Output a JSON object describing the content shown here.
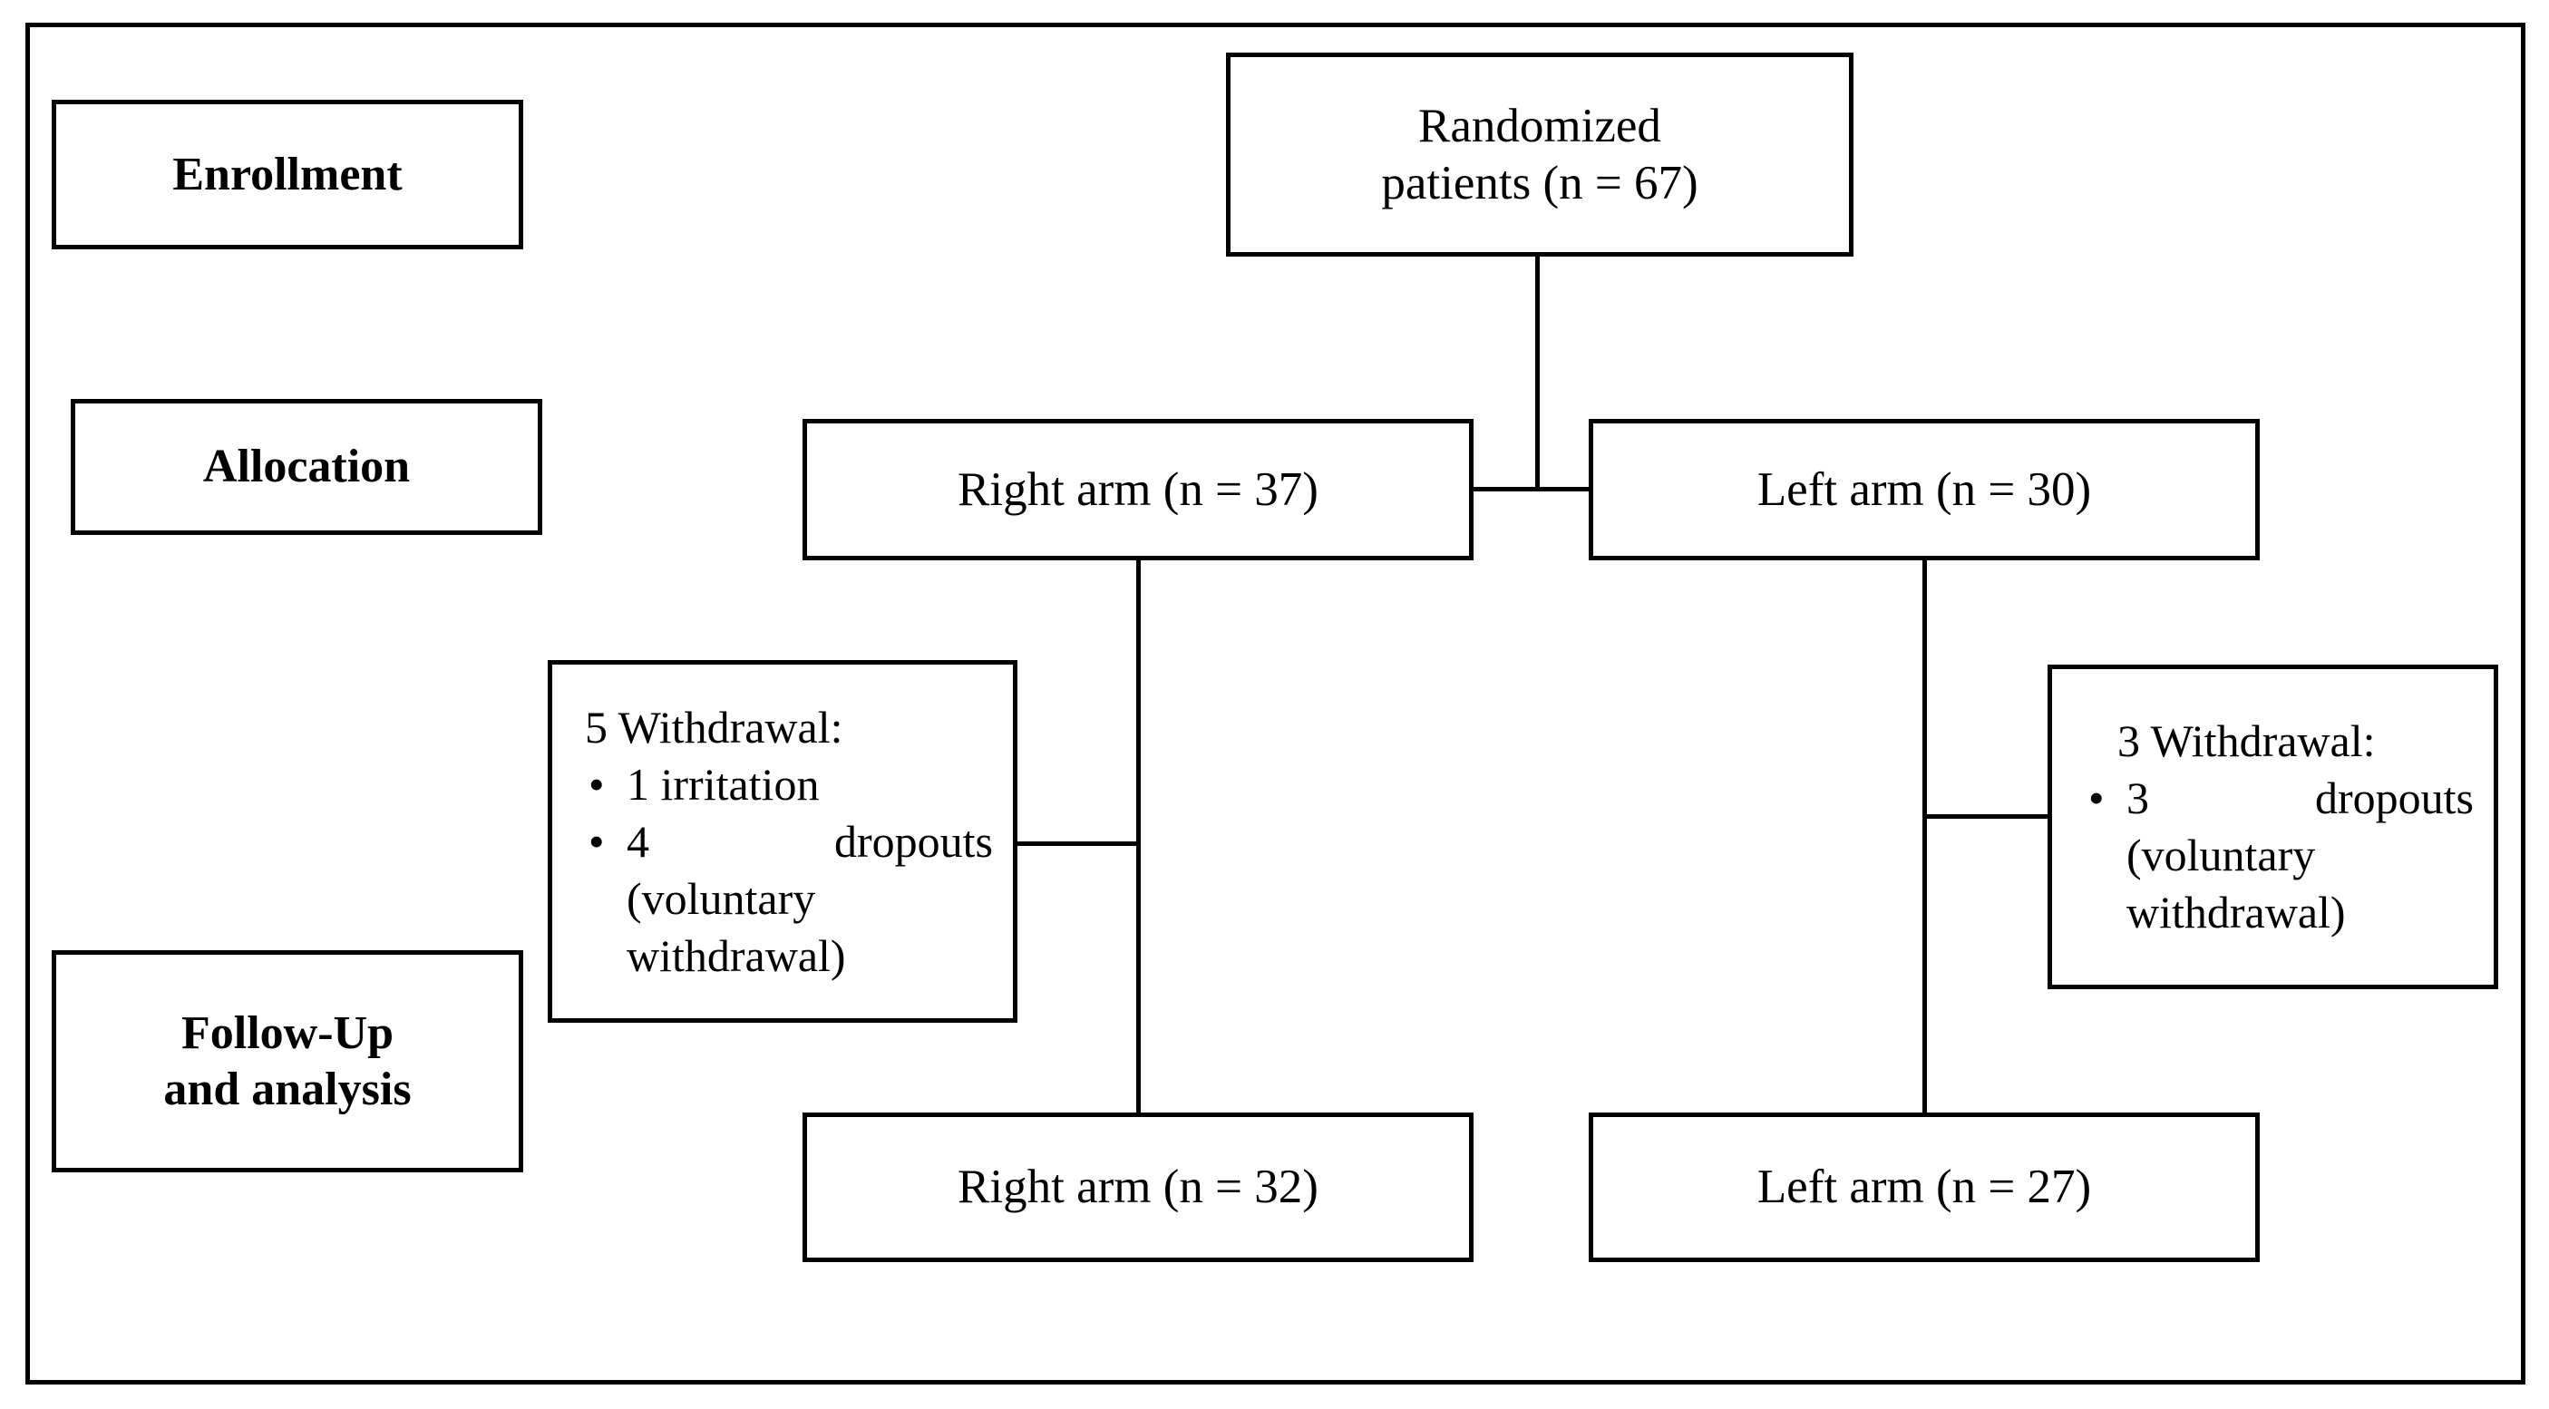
{
  "diagram": {
    "type": "consort-flow-diagram",
    "stages": [
      {
        "id": "enrollment",
        "label": "Enrollment"
      },
      {
        "id": "allocation",
        "label": "Allocation"
      },
      {
        "id": "follow-up",
        "label": "Follow-Up\nand analysis"
      }
    ],
    "nodes": {
      "randomized": {
        "label": "Randomized\npatients (n = 67)",
        "n": 67
      },
      "alloc_right": {
        "label": "Right arm (n = 37)",
        "n": 37
      },
      "alloc_left": {
        "label": "Left arm (n = 30)",
        "n": 30
      },
      "final_right": {
        "label": "Right arm (n = 32)",
        "n": 32
      },
      "final_left": {
        "label": "Left arm (n = 27)",
        "n": 27
      }
    },
    "withdrawals": {
      "right_arm": {
        "heading": "5 Withdrawal:",
        "total": 5,
        "bullet": "•",
        "items": [
          {
            "line1_a": "1 irritation",
            "line1_b": "",
            "line2": "",
            "line3": ""
          },
          {
            "line1_a": "4",
            "line1_b": "dropouts",
            "line2": "(voluntary",
            "line3": "withdrawal)"
          }
        ]
      },
      "left_arm": {
        "heading": "3 Withdrawal:",
        "total": 3,
        "bullet": "•",
        "items": [
          {
            "line1_a": "3",
            "line1_b": "dropouts",
            "line2": "(voluntary",
            "line3": "withdrawal)"
          }
        ]
      }
    },
    "colors": {
      "line": "#000000",
      "background": "#ffffff",
      "text": "#000000"
    }
  }
}
